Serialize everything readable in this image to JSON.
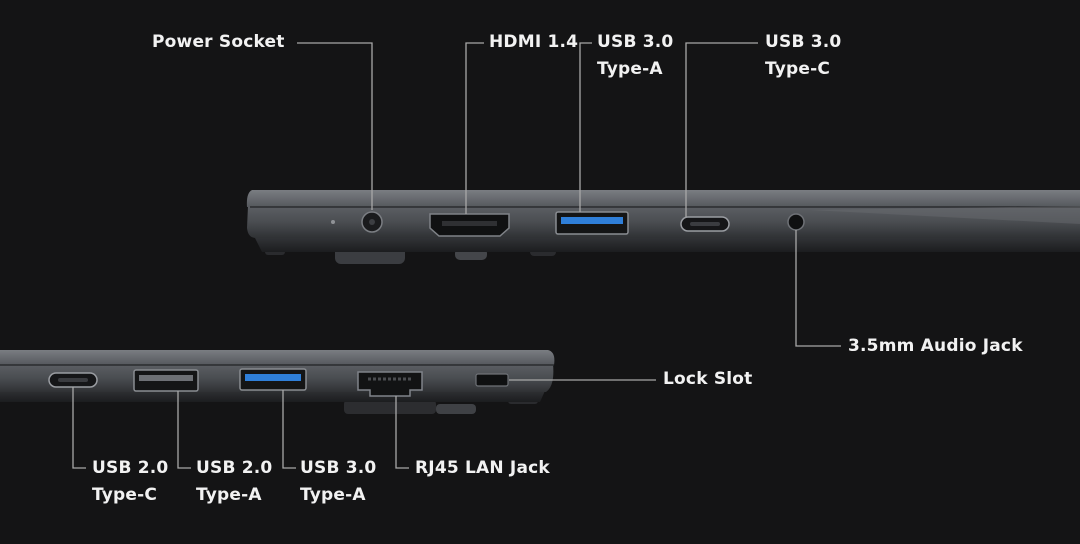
{
  "colors": {
    "background": "#141415",
    "label_text": "#f2f2f2",
    "leader_line": "#a8a8a8",
    "chassis": "#5b5e63",
    "usb3_blue": "#2f7fd9"
  },
  "labels": {
    "power_socket": "Power Socket",
    "hdmi": "HDMI 1.4",
    "usb3_a_top": {
      "line1": "USB 3.0",
      "line2": "Type-A"
    },
    "usb3_c_top": {
      "line1": "USB 3.0",
      "line2": "Type-C"
    },
    "audio_jack": "3.5mm Audio Jack",
    "lock_slot": "Lock Slot",
    "usb2_c": {
      "line1": "USB 2.0",
      "line2": "Type-C"
    },
    "usb2_a": {
      "line1": "USB 2.0",
      "line2": "Type-A"
    },
    "usb3_a_bottom": {
      "line1": "USB 3.0",
      "line2": "Type-A"
    },
    "rj45": "RJ45 LAN Jack"
  }
}
